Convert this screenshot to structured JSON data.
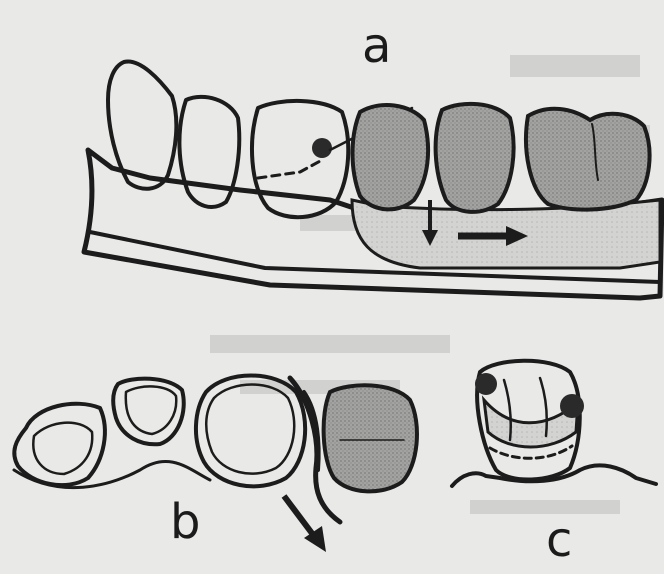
{
  "figure": {
    "labels": {
      "a": "a",
      "b": "b",
      "c": "c"
    },
    "colors": {
      "background": "#e9e9e7",
      "ink": "#1c1c1c",
      "tooth_light": "#f7f7f5",
      "tooth_shaded": "#9a9a98",
      "gum_shaded": "#d4d4d2"
    }
  }
}
